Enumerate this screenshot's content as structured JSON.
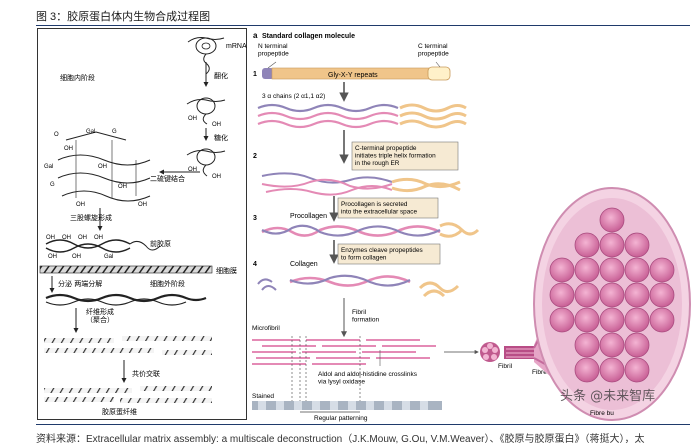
{
  "figure_title": "图 3：胶原蛋白体内生物合成过程图",
  "source_note": "资料来源：Extracellular matrix assembly: a multiscale deconstruction（J.K.Mouw, G.Ou, V.M.Weaver）、《胶原与胶原蛋白》（蒋挺大），太",
  "watermark": "头条 @未来智库",
  "left_panel": {
    "mrna": "mRNA",
    "stage_intracellular": "细胞内阶段",
    "step_translate": "翻化",
    "step_sugar": "糖化",
    "step_disulfide": "二硫键结合",
    "step_triple_helix": "三股螺旋形成",
    "procollagen": "前胶原",
    "cell_membrane": "细胞膜",
    "stage_extracellular": "细胞外阶段",
    "step_cleave": "分泌  两端分解",
    "step_fibril": "纤维形成\n（聚合）",
    "step_crosslink": "共价交联",
    "collagen_fiber": "胶原蛋纤维",
    "chem": {
      "oh": "OH",
      "gal": "Gal",
      "g": "G",
      "oc": "O"
    }
  },
  "right_panel": {
    "panel_letter": "a",
    "heading": "Standard collagen molecule",
    "n_terminal": "N terminal\npropeptide",
    "c_terminal": "C terminal\npropeptide",
    "repeat_label": "Gly-X-Y repeats",
    "step1": "1",
    "step2": "2",
    "step3": "3",
    "step4": "4",
    "chains_label": "3 α chains (2 α1,1 α2)",
    "box1": "C-terminal propeptide\ninitiates triple helix formation\nin the rough ER",
    "box2": "Procollagen is secreted\ninto the extracellular space",
    "box3": "Enzymes cleave propeptides\nto form collagen",
    "procollagen": "Procollagen",
    "collagen": "Collagen",
    "fibril_formation": "Fibril\nformation",
    "microfibril": "Microfibril",
    "crosslinks": "Aldol and aldol-histidine crosslinks\nvia lysyl oxidase",
    "stained": "Stained",
    "regular_patterning": "Regular patterning",
    "fibril": "Fibril",
    "fibre": "Fibre",
    "fibre_bundle": "Fibre bu"
  },
  "colors": {
    "orange": "#f0c58a",
    "purple": "#8f84b8",
    "pink": "#e48ab5",
    "box_fill": "#f6ead3",
    "arrow": "#555555",
    "title_rule": "#1f3a6b"
  }
}
